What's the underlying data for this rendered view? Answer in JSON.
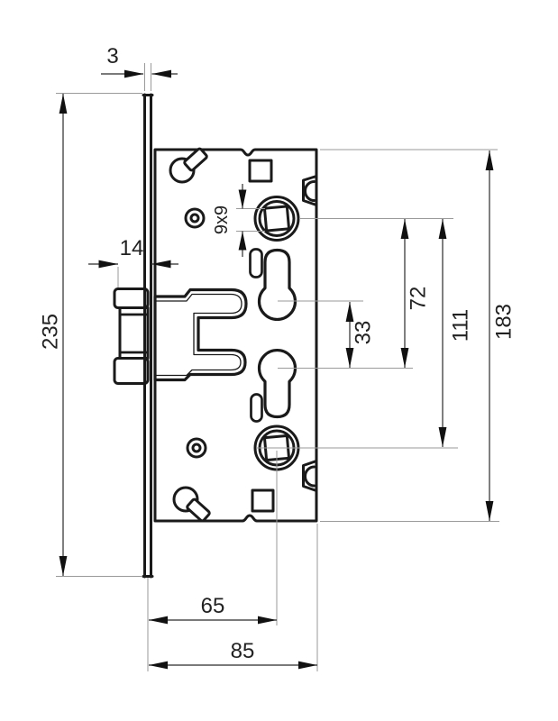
{
  "drawing": {
    "subject": "mortise-lock-case-technical-drawing",
    "background_color": "#ffffff",
    "line_color": "#1a1a1a",
    "dimension_line_color": "#2b2b2b",
    "extension_line_color": "#9a9a9a",
    "dims": {
      "plate_thickness": "3",
      "plate_height": "235",
      "bolt_projection": "14",
      "follower_square": "9x9",
      "cylinder_gap": "33",
      "follower_to_cylinder": "72",
      "follower_gap": "111",
      "case_height": "183",
      "backset": "65",
      "case_depth": "85"
    }
  }
}
